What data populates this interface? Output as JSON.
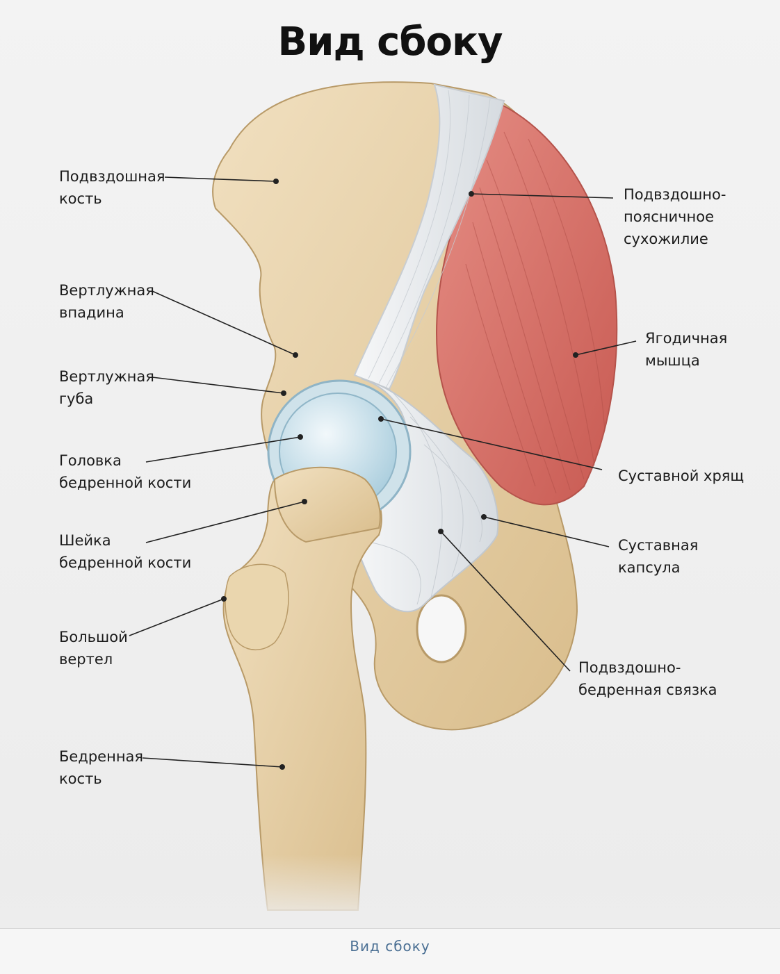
{
  "title": "Вид сбоку",
  "caption": "Вид  сбоку",
  "colors": {
    "bone": "#e9d4ae",
    "cartilage": "#bcd9e6",
    "ligament": "#eef0f2",
    "muscle": "#d9766c"
  },
  "labels": {
    "ilium": "Подвздошная\nкость",
    "acetabulum": "Вертлужная\nвпадина",
    "labrum": "Вертлужная\nгуба",
    "femoral_head": "Головка\nбедренной кости",
    "femoral_neck": "Шейка\nбедренной кости",
    "greater_trochanter": "Большой\nвертел",
    "femur": "Бедренная\nкость",
    "iliolumbar_tendon": "Подвздошно-\nпоясничное\nсухожилие",
    "gluteal_muscle": "Ягодичная\nмышца",
    "articular_cartilage": "Суставной хрящ",
    "joint_capsule": "Суставная\nкапсула",
    "iliofemoral_ligament": "Подвздошно-\nбедренная связка"
  }
}
